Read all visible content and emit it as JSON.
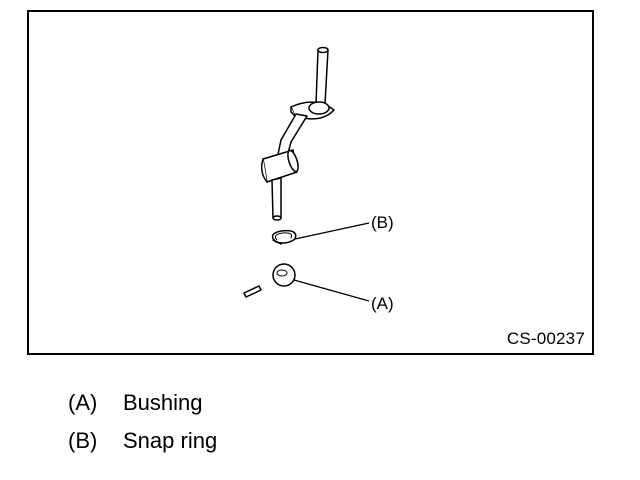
{
  "figure": {
    "code": "CS-00237",
    "callouts": {
      "b": "(B)",
      "a": "(A)"
    }
  },
  "legend": [
    {
      "key": "(A)",
      "text": "Bushing"
    },
    {
      "key": "(B)",
      "text": "Snap ring"
    }
  ]
}
